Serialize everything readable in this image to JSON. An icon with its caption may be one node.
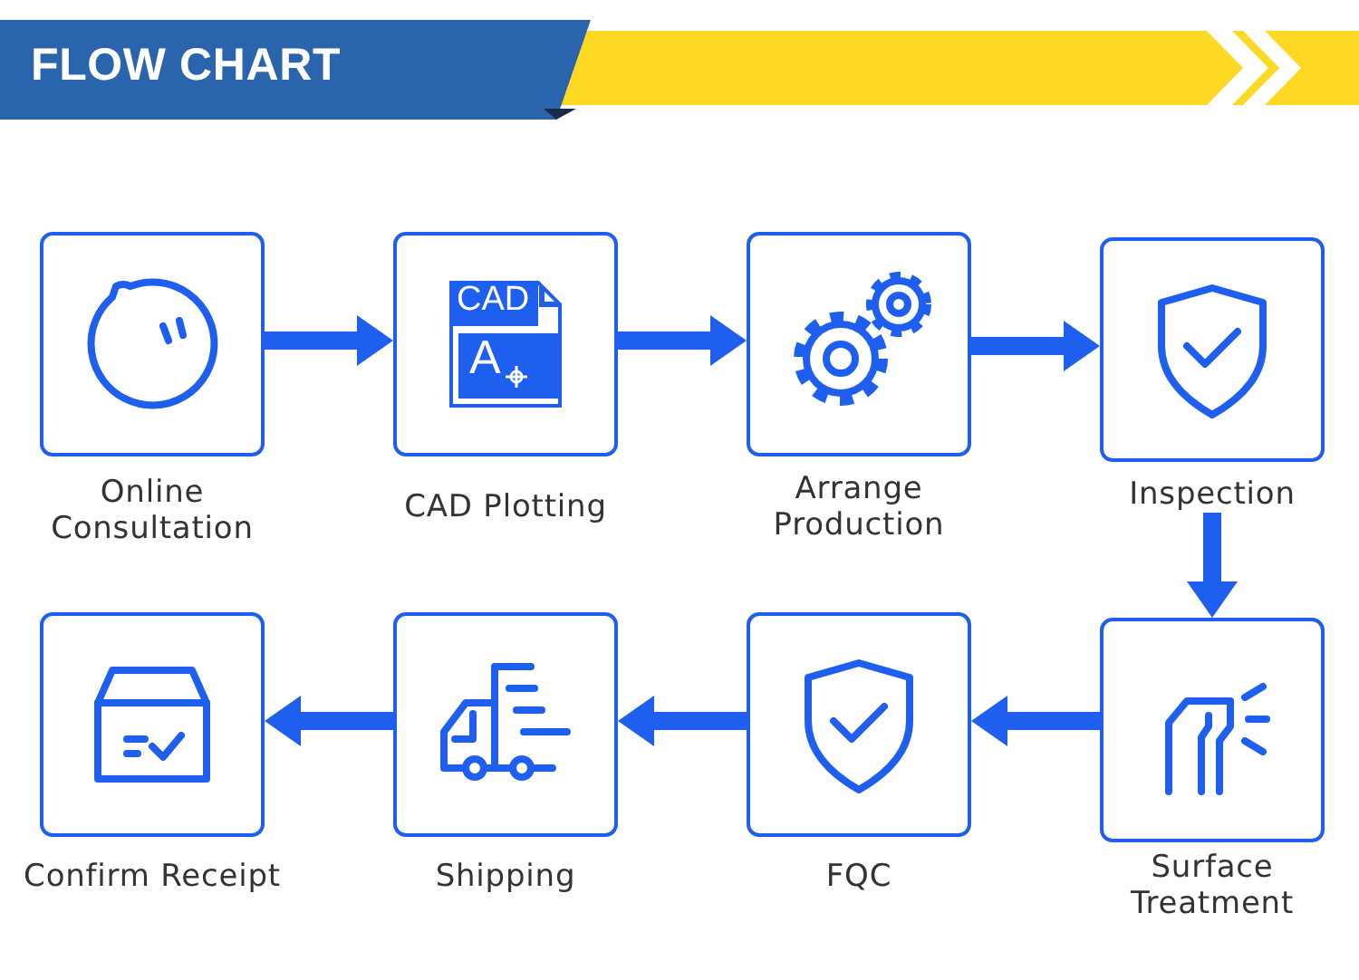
{
  "diagram": {
    "title": "FLOW CHART",
    "nodes": [
      {
        "text": [
          "Online Consultation"
        ]
      },
      {
        "text": [
          "CAD Plotting"
        ]
      },
      {
        "text": [
          "Arrange Production"
        ]
      },
      {
        "text": [
          "Inspection"
        ]
      },
      {
        "text": [
          "Confirm Receipt"
        ]
      },
      {
        "text": [
          "Shipping"
        ]
      },
      {
        "text": [
          "FQC"
        ]
      },
      {
        "text": [
          "Surface Treatment"
        ]
      }
    ],
    "edges": [
      {
        "from": 0,
        "to": 1,
        "arrow": "to"
      },
      {
        "from": 1,
        "to": 2,
        "arrow": "to"
      },
      {
        "from": 2,
        "to": 3,
        "arrow": "to"
      },
      {
        "from": 3,
        "to": 7,
        "arrow": "to"
      },
      {
        "from": 7,
        "to": 6,
        "arrow": "to"
      },
      {
        "from": 6,
        "to": 5,
        "arrow": "to"
      },
      {
        "from": 5,
        "to": 4,
        "arrow": "to"
      }
    ],
    "labels": [
      "CAD",
      "A"
    ]
  }
}
